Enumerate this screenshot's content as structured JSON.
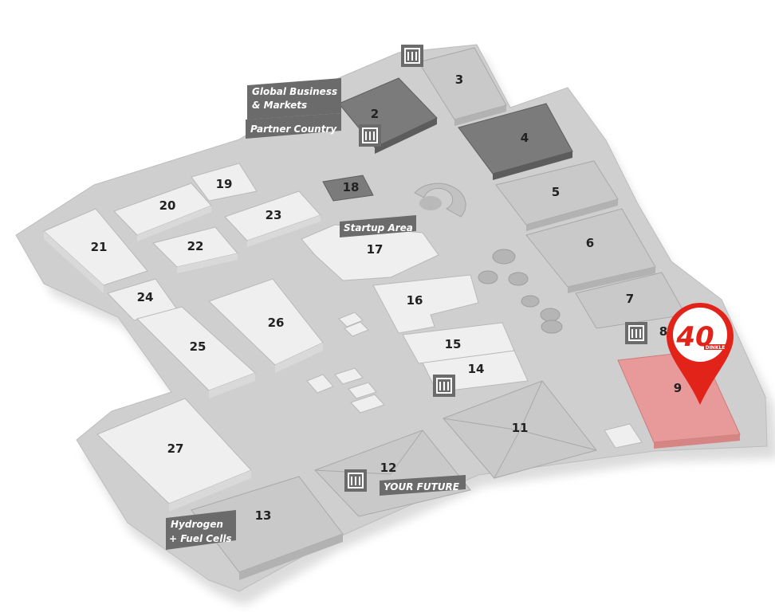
{
  "map": {
    "halls": [
      {
        "id": "2",
        "label": "2",
        "shade": "dark"
      },
      {
        "id": "3",
        "label": "3",
        "shade": "mid"
      },
      {
        "id": "4",
        "label": "4",
        "shade": "dark"
      },
      {
        "id": "5",
        "label": "5",
        "shade": "mid"
      },
      {
        "id": "6",
        "label": "6",
        "shade": "mid"
      },
      {
        "id": "7",
        "label": "7",
        "shade": "mid"
      },
      {
        "id": "8",
        "label": "8",
        "shade": "mid"
      },
      {
        "id": "9",
        "label": "9",
        "shade": "highlight"
      },
      {
        "id": "11",
        "label": "11",
        "shade": "mid"
      },
      {
        "id": "12",
        "label": "12",
        "shade": "mid"
      },
      {
        "id": "13",
        "label": "13",
        "shade": "mid"
      },
      {
        "id": "14",
        "label": "14",
        "shade": "light"
      },
      {
        "id": "15",
        "label": "15",
        "shade": "light"
      },
      {
        "id": "16",
        "label": "16",
        "shade": "light"
      },
      {
        "id": "17",
        "label": "17",
        "shade": "light"
      },
      {
        "id": "18",
        "label": "18",
        "shade": "dark"
      },
      {
        "id": "19",
        "label": "19",
        "shade": "light"
      },
      {
        "id": "20",
        "label": "20",
        "shade": "light"
      },
      {
        "id": "21",
        "label": "21",
        "shade": "light"
      },
      {
        "id": "22",
        "label": "22",
        "shade": "light"
      },
      {
        "id": "23",
        "label": "23",
        "shade": "light"
      },
      {
        "id": "24",
        "label": "24",
        "shade": "light"
      },
      {
        "id": "25",
        "label": "25",
        "shade": "light"
      },
      {
        "id": "26",
        "label": "26",
        "shade": "light"
      },
      {
        "id": "27",
        "label": "27",
        "shade": "light"
      }
    ],
    "tags": {
      "global_business_line1": "Global Business",
      "global_business_line2": "& Markets",
      "partner_country": "Partner Country",
      "startup_area": "Startup Area",
      "your_future": "YOUR FUTURE",
      "hydrogen_line1": "Hydrogen",
      "hydrogen_line2": "+ Fuel Cells"
    },
    "marker": {
      "hall": "9",
      "logo_number": "40",
      "logo_word": "DINKLE"
    },
    "colors": {
      "ground": "#cfcfcf",
      "hall_light": "#efefef",
      "hall_mid": "#c9c9c9",
      "hall_dark": "#7b7b7b",
      "highlight": "#e89a9a",
      "marker_red": "#e2231a",
      "tag_bg": "#6b6b6b"
    },
    "icons": [
      "entrance-icon"
    ]
  }
}
